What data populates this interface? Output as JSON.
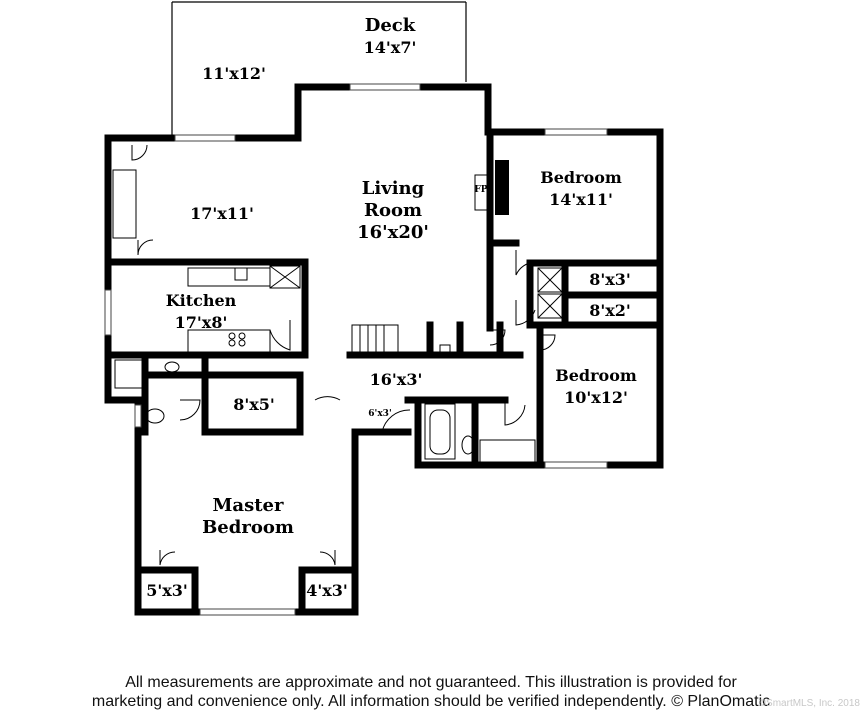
{
  "rooms": {
    "deck": {
      "name": "Deck",
      "size": "14'x7'"
    },
    "deck_area": {
      "size": "11'x12'"
    },
    "dining": {
      "size": "17'x11'"
    },
    "living": {
      "name_line1": "Living",
      "name_line2": "Room",
      "size": "16'x20'"
    },
    "fireplace": {
      "label": "FP"
    },
    "bedroom1": {
      "name": "Bedroom",
      "size": "14'x11'"
    },
    "closet_a": {
      "size": "8'x3'"
    },
    "closet_b": {
      "size": "8'x2'"
    },
    "kitchen": {
      "name": "Kitchen",
      "size": "17'x8'"
    },
    "hall": {
      "size": "16'x3'"
    },
    "foyer": {
      "size": "6'x3'"
    },
    "bedroom2": {
      "name": "Bedroom",
      "size": "10'x12'"
    },
    "walkin": {
      "size": "8'x5'"
    },
    "master": {
      "name_line1": "Master",
      "name_line2": "Bedroom"
    },
    "closet_left": {
      "size": "5'x3'"
    },
    "closet_right": {
      "size": "4'x3'"
    }
  },
  "disclaimer": {
    "line1": "All measurements are approximate and not guaranteed. This illustration is provided for",
    "line2": "marketing and convenience only. All information should be verified independently. © PlanOmatic"
  },
  "watermark": "©SmartMLS, Inc. 2018"
}
